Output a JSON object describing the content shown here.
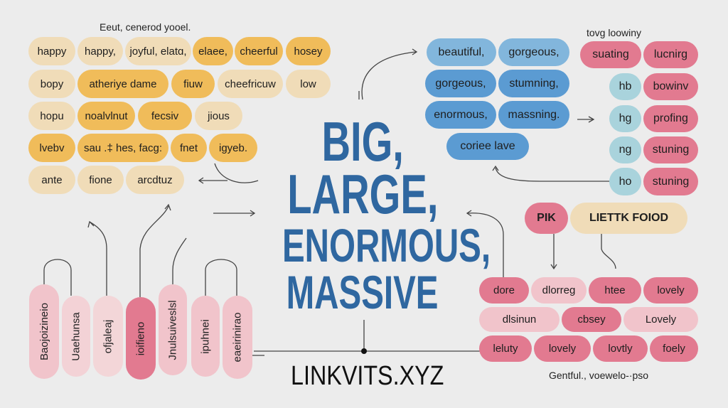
{
  "left_group": {
    "caption": "Eeut, cenerod yooel.",
    "rows": [
      [
        "happy",
        "happy,",
        "joyful, elatɑ,",
        "elaee,",
        "cheerful",
        "hosey"
      ],
      [
        "bopy",
        "atheriye  dame",
        "fiuw",
        "cheefricuw",
        "low"
      ],
      [
        "hopu",
        "noalvlnut",
        "fecsiv",
        "jious"
      ],
      [
        "lvebv",
        "sau .‡ hes,  facg:",
        "fnet",
        "igyeb."
      ],
      [
        "ante",
        "fione",
        "arcdtuz"
      ]
    ]
  },
  "top_right_group": {
    "blue_pills": [
      "beautiful,",
      "gorgeous,",
      "gorgeous,",
      "stumning,",
      "enormous,",
      "massning.",
      "coriee lave"
    ]
  },
  "right_column": {
    "caption": "tovg loowiny",
    "top_pills": [
      "suating",
      "lucnirg"
    ],
    "circles": [
      "hb",
      "hg",
      "ng",
      "ho"
    ],
    "pink_pills": [
      "bowinv",
      "profing",
      "stuning",
      "stuning"
    ]
  },
  "bottom_right_group": {
    "header_pills": [
      "PIK",
      "LIETTK FOIOD"
    ],
    "rows": [
      [
        "dore",
        "dlorreg",
        "htee",
        "lovely"
      ],
      [
        "dlsinun",
        "cbsey",
        "Lovely"
      ],
      [
        "leluty",
        "lovely",
        "lovtly",
        "foely"
      ]
    ],
    "caption": "Gentful., voewelo-·pso"
  },
  "bottom_left_group": {
    "vertical_pills": [
      "Baojoizineio",
      "Uaehunsa",
      "ofjaleaj",
      "ioifieno",
      "Jnulsuiveslsl",
      "ipuhnei",
      "eaeirinirao"
    ]
  },
  "center": {
    "title_lines": [
      "BIG,",
      "LARGE,",
      "ENORMOUS,",
      "MASSIVE"
    ],
    "footer": "LINKVITS.XYZ"
  },
  "colors": {
    "title": "#2f67a0",
    "tan": "#f0dcb8",
    "orange": "#f0bc5a",
    "blue": "#5b9bd2",
    "pink": "#e27a90"
  }
}
